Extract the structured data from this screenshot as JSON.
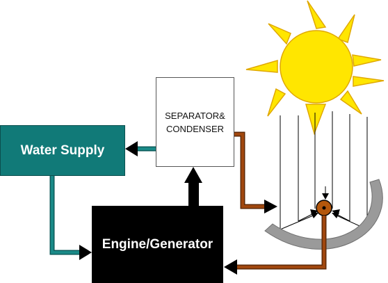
{
  "blocks": {
    "water_supply": "Water Supply",
    "separator_line1": "SEPARATOR&",
    "separator_line2": "CONDENSER",
    "engine": "Engine/Generator"
  },
  "colors": {
    "water": "#117a78",
    "steam": "#a0470e",
    "sun": "#ffe600",
    "sun_outline": "#e0a800",
    "dish": "#9a9a9a",
    "receiver": "#b4570c"
  },
  "icons": {
    "sun": "sun-icon",
    "collector": "parabolic-dish-icon"
  }
}
